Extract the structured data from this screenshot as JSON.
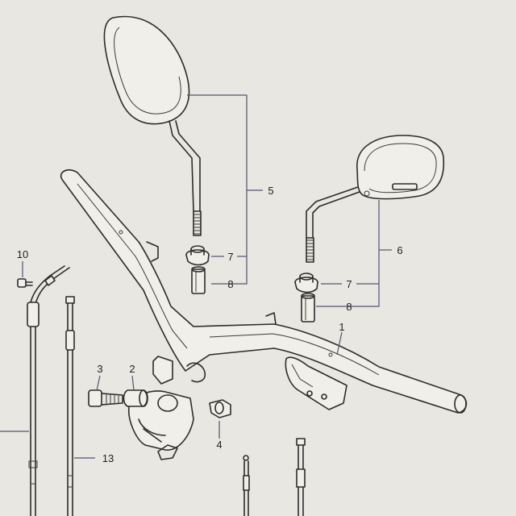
{
  "callouts": {
    "c1": "1",
    "c2": "2",
    "c3": "3",
    "c4": "4",
    "c5": "5",
    "c6": "6",
    "c7a": "7",
    "c7b": "7",
    "c8a": "8",
    "c8b": "8",
    "c10": "10",
    "c13": "13"
  },
  "colors": {
    "paper": "#e9e7e1",
    "ink": "#2c2c2c",
    "leader": "#5a4f73"
  }
}
